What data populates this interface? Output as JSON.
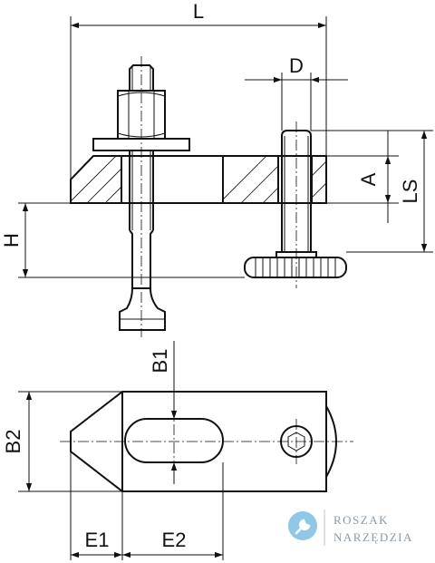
{
  "dimensions": {
    "L": "L",
    "D": "D",
    "A": "A",
    "LS": "LS",
    "H": "H",
    "B1": "B1",
    "B2": "B2",
    "E1": "E1",
    "E2": "E2"
  },
  "logo": {
    "line1": "Roszak",
    "line2": "Narzędzia",
    "icon": "wrench-icon",
    "color": "#8fc8e6"
  }
}
